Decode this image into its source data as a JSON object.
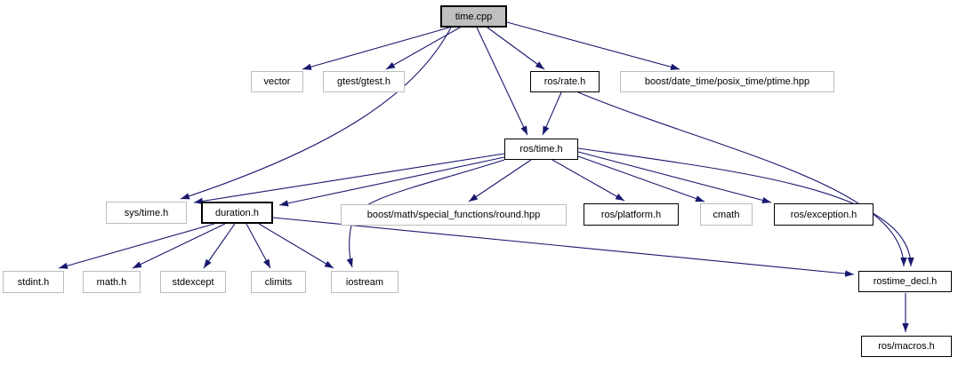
{
  "nodes": {
    "time_cpp": "time.cpp",
    "vector": "vector",
    "gtest": "gtest/gtest.h",
    "ros_rate": "ros/rate.h",
    "boost_ptime": "boost/date_time/posix_time/ptime.hpp",
    "ros_time": "ros/time.h",
    "sys_time": "sys/time.h",
    "duration": "duration.h",
    "boost_round": "boost/math/special_functions/round.hpp",
    "ros_platform": "ros/platform.h",
    "cmath": "cmath",
    "ros_exception": "ros/exception.h",
    "stdint": "stdint.h",
    "math": "math.h",
    "stdexcept": "stdexcept",
    "climits": "climits",
    "iostream": "iostream",
    "rostime_decl": "rostime_decl.h",
    "ros_macros": "ros/macros.h"
  },
  "edges": [
    {
      "from": "time_cpp",
      "to": "vector"
    },
    {
      "from": "time_cpp",
      "to": "gtest"
    },
    {
      "from": "time_cpp",
      "to": "ros_rate"
    },
    {
      "from": "time_cpp",
      "to": "boost_ptime"
    },
    {
      "from": "time_cpp",
      "to": "ros_time"
    },
    {
      "from": "time_cpp",
      "to": "sys_time"
    },
    {
      "from": "ros_rate",
      "to": "ros_time"
    },
    {
      "from": "ros_rate",
      "to": "rostime_decl"
    },
    {
      "from": "ros_time",
      "to": "sys_time"
    },
    {
      "from": "ros_time",
      "to": "duration"
    },
    {
      "from": "ros_time",
      "to": "iostream"
    },
    {
      "from": "ros_time",
      "to": "boost_round"
    },
    {
      "from": "ros_time",
      "to": "ros_platform"
    },
    {
      "from": "ros_time",
      "to": "cmath"
    },
    {
      "from": "ros_time",
      "to": "ros_exception"
    },
    {
      "from": "ros_time",
      "to": "rostime_decl"
    },
    {
      "from": "duration",
      "to": "stdint"
    },
    {
      "from": "duration",
      "to": "math"
    },
    {
      "from": "duration",
      "to": "stdexcept"
    },
    {
      "from": "duration",
      "to": "climits"
    },
    {
      "from": "duration",
      "to": "iostream"
    },
    {
      "from": "duration",
      "to": "rostime_decl"
    },
    {
      "from": "rostime_decl",
      "to": "ros_macros"
    }
  ],
  "colors": {
    "edge": "#191970",
    "root_fill": "#bfbfbf",
    "linked_border": "#000000",
    "plain_border": "#bdbdbd",
    "background": "#ffffff"
  }
}
